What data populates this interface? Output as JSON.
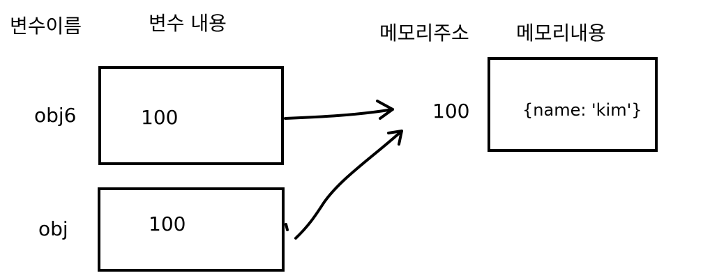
{
  "headers": {
    "var_name": "변수이름",
    "var_content": "변수 내용",
    "mem_address": "메모리주소",
    "mem_content": "메모리내용"
  },
  "variables": [
    {
      "name": "obj6",
      "value": "100"
    },
    {
      "name": "obj",
      "value": "100"
    }
  ],
  "memory": {
    "address": "100",
    "content": "{name: 'kim'}"
  }
}
